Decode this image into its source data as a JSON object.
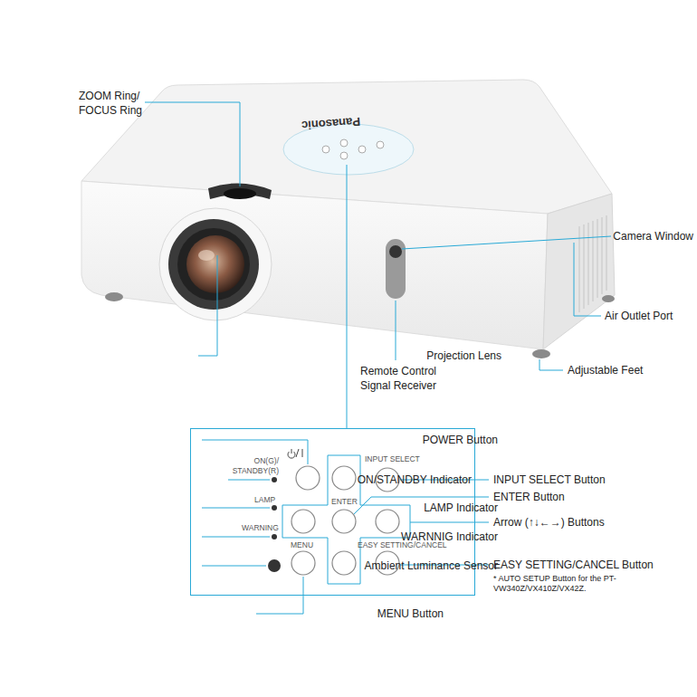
{
  "diagram": {
    "nodes": [
      {
        "text": [
          "ON(G)/ STANDBY(R)",
          "LAMP",
          "WARNING",
          "MENU",
          "ENTER",
          "INPUT SELECT",
          "EASY SETTING/CANCEL"
        ]
      }
    ],
    "labels": [
      "ZOOM Ring/ FOCUS Ring",
      "Camera Window",
      "Air Outlet Port",
      "Projection Lens",
      "Remote Control Signal Receiver",
      "Adjustable Feet",
      "Panasonic",
      "POWER Button",
      "ON/STANDBY Indicator",
      "LAMP Indicator",
      "WARNNIG Indicator",
      "Ambient Luminance Sensor",
      "MENU Button",
      "INPUT SELECT Button",
      "ENTER Button",
      "Arrow (↑↓←→) Buttons",
      "EASY SETTING/CANCEL Button",
      "* AUTO SETUP Button for the PT-VW340Z/VX410Z/VX42Z."
    ]
  }
}
